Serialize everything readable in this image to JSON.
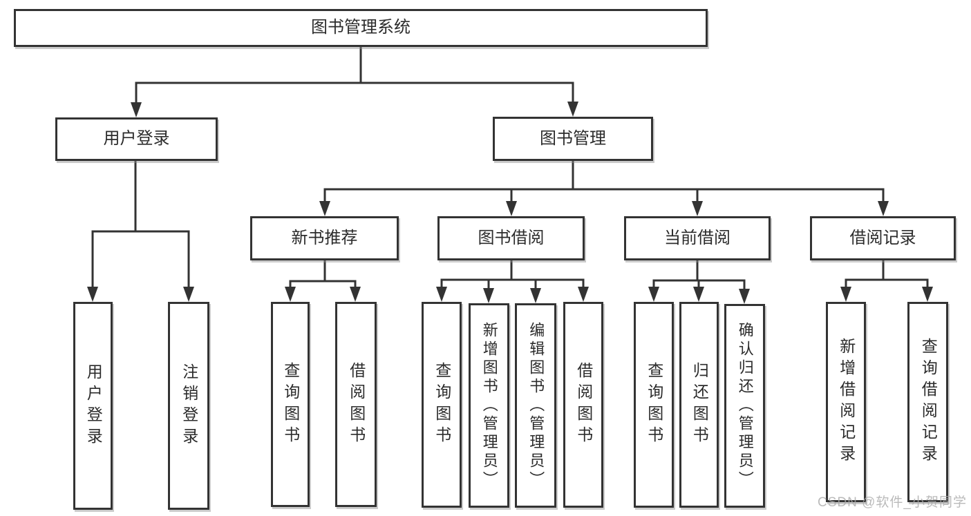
{
  "diagram": {
    "root": {
      "label": "图书管理系统"
    },
    "level2": [
      {
        "label": "用户登录",
        "children": [
          {
            "label": "用户登录"
          },
          {
            "label": "注销登录"
          }
        ]
      },
      {
        "label": "图书管理",
        "children": [
          {
            "label": "新书推荐",
            "children": [
              {
                "label": "查询图书"
              },
              {
                "label": "借阅图书"
              }
            ]
          },
          {
            "label": "图书借阅",
            "children": [
              {
                "label": "查询图书"
              },
              {
                "label": "新增图书（管理员）"
              },
              {
                "label": "编辑图书（管理员）"
              },
              {
                "label": "借阅图书"
              }
            ]
          },
          {
            "label": "当前借阅",
            "children": [
              {
                "label": "查询图书"
              },
              {
                "label": "归还图书"
              },
              {
                "label": "确认归还（管理员）"
              }
            ]
          },
          {
            "label": "借阅记录",
            "children": [
              {
                "label": "新增借阅记录"
              },
              {
                "label": "查询借阅记录"
              }
            ]
          }
        ]
      }
    ]
  },
  "watermark": {
    "text": "CSDN @软件_小贺同学"
  },
  "colors": {
    "line": "#333333",
    "text": "#2b2b2b",
    "background": "#ffffff",
    "watermark": "#aaaaaa"
  }
}
